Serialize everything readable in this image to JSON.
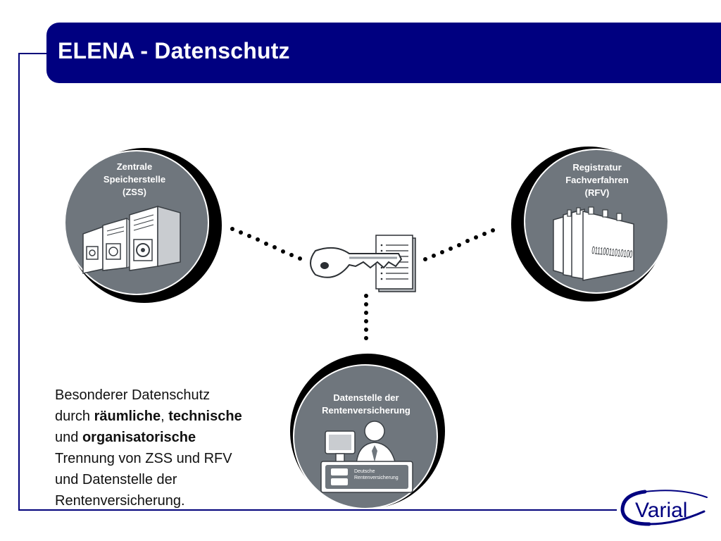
{
  "title": "ELENA - Datenschutz",
  "nodes": {
    "zss": {
      "line1": "Zentrale",
      "line2": "Speicherstelle",
      "line3": "(ZSS)"
    },
    "rfv": {
      "line1": "Registratur",
      "line2": "Fachverfahren",
      "line3": "(RFV)"
    },
    "drv": {
      "line1": "Datenstelle der",
      "line2": "Rentenversicherung"
    }
  },
  "binary_text": "01110011010100",
  "desk_sign": {
    "line1": "Deutsche",
    "line2": "Rentenversicherung"
  },
  "description": {
    "p1": "Besonderer Datenschutz",
    "p2a": "durch ",
    "p2b": "räumliche",
    "p2c": ", ",
    "p2d": "technische",
    "p3a": "und ",
    "p3b": "organisatorische",
    "p4": "Trennung von ZSS und RFV",
    "p5": "und Datenstelle der",
    "p6": "Rentenversicherung."
  },
  "logo_text": "Varial",
  "colors": {
    "brand": "#000080",
    "node_fill": "#6f767d",
    "node_shadow": "#000000"
  }
}
